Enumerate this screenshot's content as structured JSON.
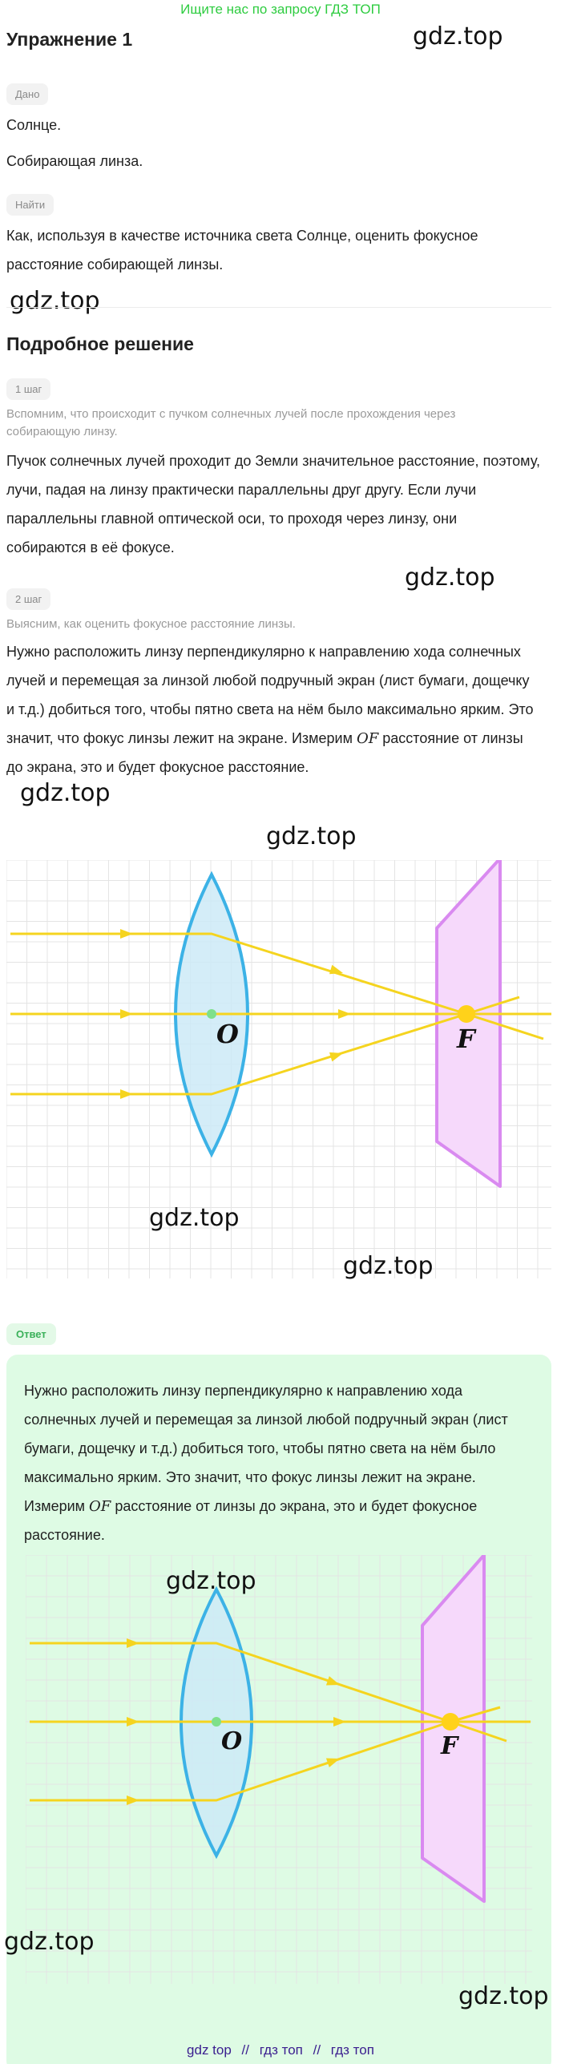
{
  "banner": "Ищите нас по запросу ГДЗ ТОП",
  "exercise_title": "Упражнение 1",
  "watermark": "gdz.top",
  "given": {
    "chip": "Дано",
    "line1": "Солнце.",
    "line2": "Собирающая линза."
  },
  "find": {
    "chip": "Найти",
    "line1": "Как, используя в качестве источника света Солнце, оценить фокусное",
    "line2": "расстояние собирающей линзы."
  },
  "solution_title": "Подробное решение",
  "step1": {
    "chip": "1 шаг",
    "hint1": "Вспомним, что происходит с пучком солнечных лучей после прохождения через",
    "hint2": "собирающую линзу.",
    "line1": "Пучок солнечных лучей проходит до Земли значительное расстояние, поэтому,",
    "line2": "лучи, падая на линзу практически параллельны друг другу. Если лучи",
    "line3": "параллельны главной оптической оси, то проходя через линзу, они",
    "line4": "собираются в её фокусе."
  },
  "step2": {
    "chip": "2 шаг",
    "hint1": "Выясним, как оценить фокусное расстояние линзы.",
    "line1": "Нужно расположить линзу перпендикулярно к направлению хода солнечных",
    "line2": "лучей и перемещая за линзой любой подручный экран (лист бумаги, дощечку",
    "line3": "и т.д.) добиться того, чтобы пятно света на нём было максимально ярким. Это",
    "line4_pre": "значит, что фокус линзы лежит на экране. Измерим",
    "line4_math": "OF",
    "line4_post": "расстояние от линзы",
    "line5": "до экрана, это и будет фокусное расстояние."
  },
  "diagram": {
    "label_O": "O",
    "label_F": "F",
    "colors": {
      "ray": "#f5d41f",
      "lens_stroke": "#3cb2e6",
      "lens_fill": "#cdeaf7",
      "screen_stroke": "#d98af0",
      "screen_fill": "#f6d9fb",
      "grid": "#e4e4e4",
      "center_dot": "#7ee08a",
      "focus_dot": "#ffd21a"
    }
  },
  "answer": {
    "chip": "Ответ",
    "line1": "Нужно расположить линзу перпендикулярно к направлению хода",
    "line2": "солнечных лучей и перемещая за линзой любой подручный экран (лист",
    "line3": "бумаги, дощечку и т.д.) добиться того, чтобы пятно света на нём было",
    "line4": "максимально ярким. Это значит, что фокус линзы лежит на экране.",
    "line5_pre": "Измерим",
    "line5_math": "OF",
    "line5_post": "расстояние от линзы до экрана, это и будет фокусное",
    "line6": "расстояние."
  },
  "footer": {
    "link1": "gdz top",
    "sep1": "//",
    "link2": "гдз топ",
    "sep2": "//",
    "link3": "гдз топ"
  }
}
